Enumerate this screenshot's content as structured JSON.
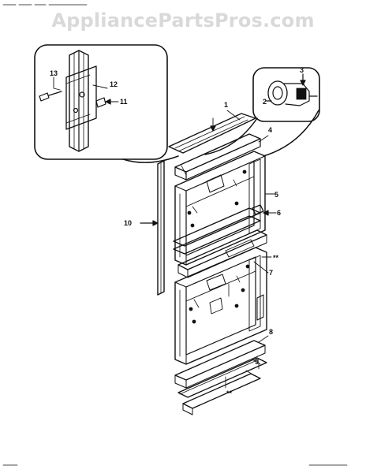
{
  "watermark": "AppliancePartsPros.com",
  "callouts": {
    "c1": "1",
    "c2": "2",
    "c3": "3",
    "c4": "4",
    "c5": "5",
    "c6": "6",
    "c7": "7",
    "c8": "8",
    "c9": "9",
    "c10": "10",
    "c11": "11",
    "c12": "12",
    "c13": "13",
    "dstar1": "**",
    "dstar2": "**"
  },
  "colors": {
    "ink": "#111111",
    "watermark": "#d9d9d9"
  }
}
